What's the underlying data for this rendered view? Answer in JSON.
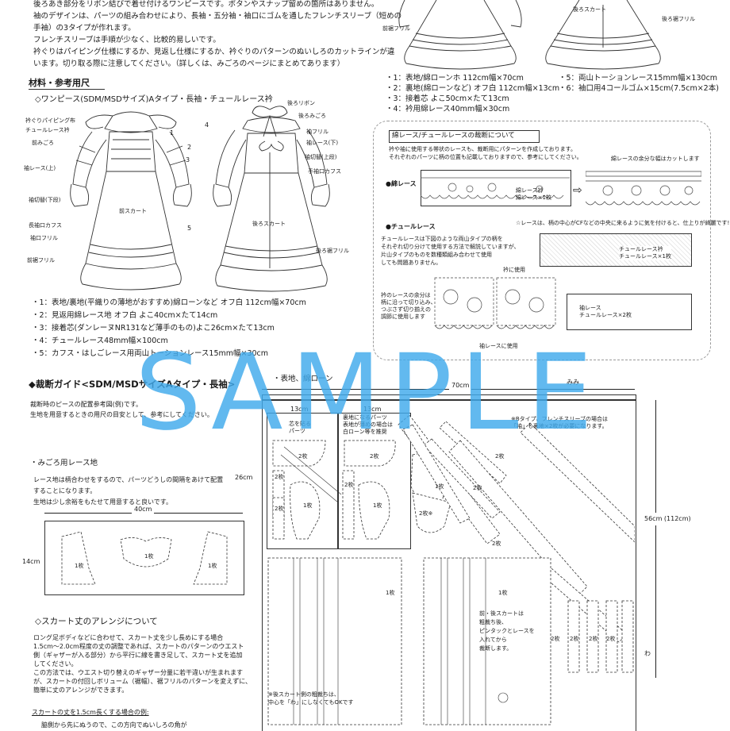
{
  "intro": {
    "lines": [
      "後ろあき部分をリボン結びで着せ付けるワンピースです。ボタンやスナップ留めの箇所はありません。",
      "袖のデザインは、パーツの組み合わせにより、長袖・五分袖・袖口にゴムを通したフレンチスリーブ（短めの",
      "手袖）の3タイプが作れます。",
      "フレンチスリーブは手順が少なく、比較的易しいです。",
      "衿ぐりはパイピング仕様にするか、見返し仕様にするか、衿ぐりのパターンのぬいしろのカットラインが違",
      "います。切り取る際に注意してください。（詳しくは、みごろのページにまとめてあります）"
    ]
  },
  "materials": {
    "heading": "材料・参考用尺",
    "subheading": "◇ワンピース(SDM/MSDサイズ)Aタイプ・長袖・チュールレース衿",
    "front_labels": [
      "衿ぐりパイピング布",
      "チュールレース衿",
      "前みごろ",
      "袖レース(上)",
      "袖切替(下段)",
      "長袖口カフス",
      "袖口フリル",
      "前スカート",
      "前裾フリル"
    ],
    "back_labels": [
      "後ろリボン",
      "後ろみごろ",
      "袖フリル",
      "袖レース(下)",
      "袖切替(上段)",
      "手袖口カフス",
      "後ろスカート",
      "後ろ裾フリル"
    ],
    "nums": [
      "1",
      "2",
      "3",
      "4",
      "5"
    ],
    "list": [
      "・1：表地/裏地(平織りの薄地がおすすめ)綿ローンなど オフ白 112cm幅×70cm",
      "・2：見返用綿レース地 オフ白 よこ40cm×たて14cm",
      "・3：接着芯(ダンレーヌNR131など薄手のもの)よこ26cm×たて13cm",
      "・4：チュールレース48mm幅×100cm",
      "・5：カフス・はしごレース用両山トーションレース15mm幅×30cm"
    ]
  },
  "top_right": {
    "labels": [
      "後ろスカート",
      "前裾フリル",
      "後ろ裾フリル"
    ],
    "list_left": [
      "・1：表地/綿ローンホ 112cm幅×70cm",
      "・2：裏地(綿ローンなど) オフ白 112cm幅×13cm",
      "・3：接着芯 よこ50cm×たて13cm",
      "・4：衿用綿レース40mm幅×30cm"
    ],
    "list_right": [
      "・5：両山トーションレース15mm幅×130cm",
      "・6：袖口用4コールゴム×15cm(7.5cm×2本)"
    ]
  },
  "lace_note": {
    "title": "綿レース/チュールレースの裁断について",
    "desc": [
      "衿や袖に使用する帯状のレースも、裁断用にパターンを作成しております。",
      "それぞれのパーツに柄の位置も記載しておりますので、参考にしてください。"
    ],
    "cotton": "●綿レース",
    "cotton_note": "綿レースの余分な幅はカットします",
    "cotton_piece": "綿レース衿\n綿レース×1枚",
    "tulle": "●チュールレース",
    "tulle_note": "☆レースは、柄の中心がCFなどの中央に来るように気を付けると、仕上りが綺麗です!",
    "tulle_desc": [
      "チュールレースは下図のような両山タイプの柄を",
      "それぞれ切り分けて使用する方法で解説していますが、",
      "片山タイプのものを数種類組み合わせて使用",
      "しても問題ありません。"
    ],
    "collar_use": "衿に使用",
    "sleeve_use": "袖レースに使用",
    "tulle_collar": "チュールレース衿\nチュールレース×1枚",
    "tulle_sleeve": "袖レース\nチュールレース×2枚",
    "cut_note": "衿のレースの余分は\n柄に沿って切り込み、\nつぶさず切り揃えの\n調節に使用します"
  },
  "guide": {
    "title": "◆裁断ガイド<SDM/MSDサイズAタイプ・長袖>",
    "desc": [
      "裁断時のピースの配置参考図(例)です。",
      "生地を用意するときの用尺の目安として、参考にしてください。"
    ],
    "fabric_label": "・表地、綿ローン",
    "width": "70cm",
    "selvage": "みみ",
    "height": "56cm (112cm)",
    "dim_13a": "13cm",
    "dim_13b": "13cm",
    "dim_26": "26cm",
    "interfacing": "芯を貼る\nパーツ",
    "lining_note": "裏地になるパーツ\n表地が薄めの場合は\n白ローン等を推奨",
    "b_type_note": "※Bタイプ、フレンチスリーブの場合は\n「袖」も裏地×2枚が必要になります。",
    "skirt_note": "前・後スカートは\n粗裁ち後、\nピンタックとレースを\n入れてから\n裁断します。",
    "back_skirt_note": "※後スカート側の粗裁ちは、\n中心を「わ」にしなくてもOKです",
    "wa": "わ",
    "piece_labels": [
      "2枚",
      "2枚",
      "2枚",
      "1枚",
      "2枚",
      "2枚",
      "1枚",
      "1枚",
      "2枚※",
      "2枚",
      "2枚",
      "2枚",
      "1枚",
      "1枚",
      "2枚",
      "2枚",
      "2枚",
      "2枚"
    ]
  },
  "lace_fabric": {
    "title": "・みごろ用レース地",
    "desc": [
      "レース地は柄合わせをするので、パーツどうしの間隔をあけて配置",
      "することになります。",
      "生地は少し余裕をもたせて用意すると良いです。"
    ],
    "width": "40cm",
    "height": "14cm",
    "pieces": [
      "1枚",
      "1枚",
      "1枚"
    ]
  },
  "skirt_arrange": {
    "title": "◇スカート丈のアレンジについて",
    "lines": [
      "ロング足ボディなどに合わせて、スカート丈を少し長めにする場合",
      "1.5cm～2.0cm程度の丈の調整であれば、スカートのパターンのウエスト",
      "側（ギャザーが入る部分）から平行に線を書き足して、スカート丈を追加",
      "してください。",
      "この方法では、ウエスト切り替えのギャザー分量に若干違いが生まれます",
      "が、スカートの付回しボリューム（裾幅）、裾フリルのパターンを変えずに、",
      "簡単に丈のアレンジができます。"
    ],
    "example": "スカートの丈を1.5cm長くする場合の例:",
    "example_line": "脇側から先にぬうので、この方向でぬいしろの角が"
  },
  "watermark": "SAMPLE"
}
